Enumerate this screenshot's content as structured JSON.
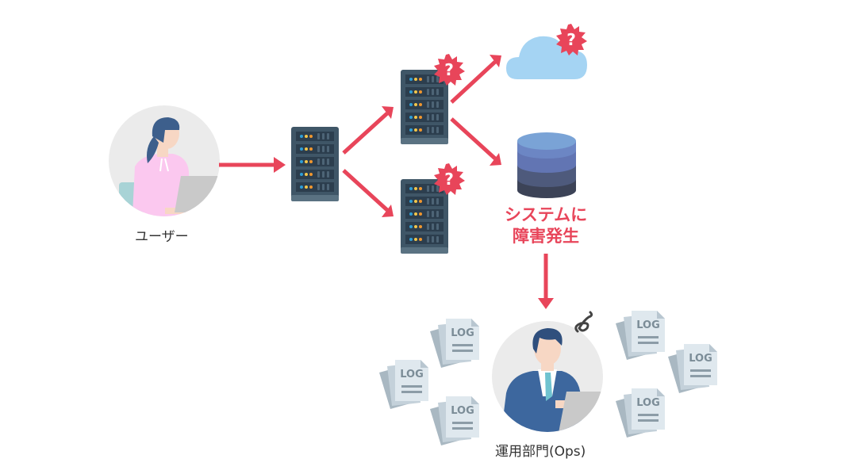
{
  "colors": {
    "arrow": "#e8455a",
    "alert_badge": "#e8455a",
    "server_body": "#3f5667",
    "server_slot": "#2c3e4e",
    "led_blue": "#2f9fd8",
    "led_yellow": "#f2c64a",
    "led_orange": "#f0962e",
    "cloud": "#a5d4f3",
    "db_top": "#7aa3d6",
    "db_layer2": "#6275b3",
    "db_layer3": "#4e5a7c",
    "db_bottom": "#3c4357",
    "avatar_bg": "#ebebeb",
    "log_paper": "#dfe8ee",
    "log_text": "#7b8c97"
  },
  "nodes": {
    "user": {
      "label": "ユーザー"
    },
    "load_balancer": {
      "type": "server"
    },
    "server_top": {
      "type": "server",
      "badge": "?"
    },
    "server_bottom": {
      "type": "server",
      "badge": "?"
    },
    "cloud": {
      "type": "cloud",
      "badge": "?"
    },
    "database": {
      "type": "database"
    },
    "ops": {
      "label": "運用部門(Ops)"
    }
  },
  "alert": {
    "line1": "システムに",
    "line2": "障害発生"
  },
  "logs": {
    "label": "LOG",
    "count": 6
  }
}
